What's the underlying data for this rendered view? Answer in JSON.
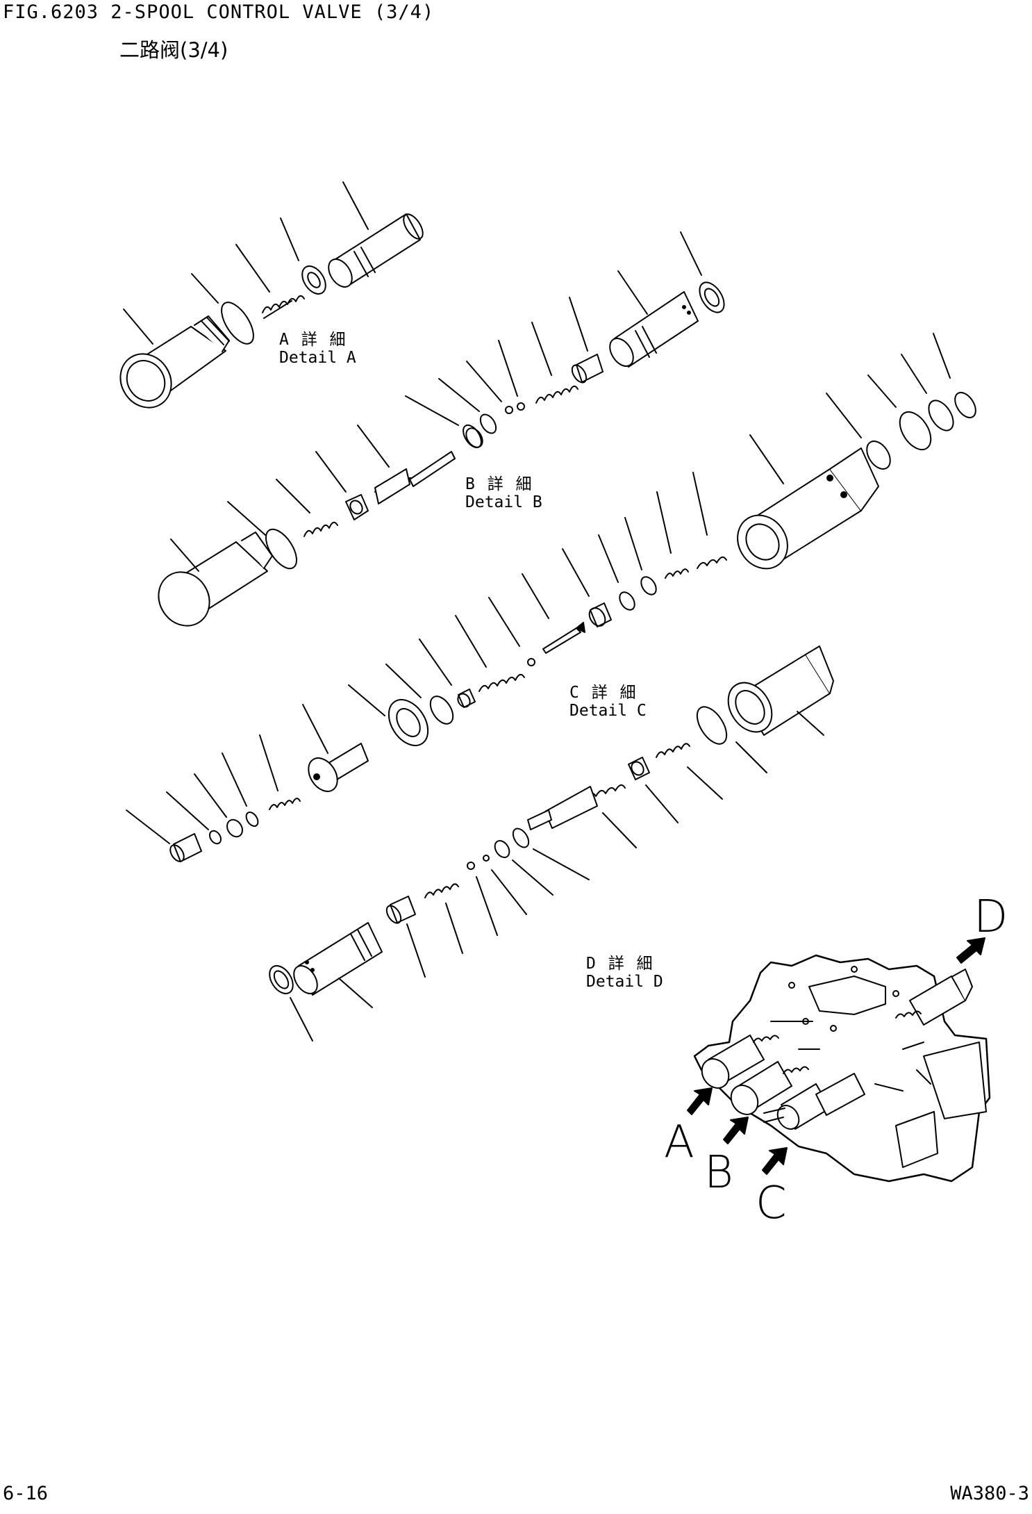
{
  "header": {
    "title": "FIG.6203 2-SPOOL CONTROL VALVE (3/4)",
    "subtitle": "二路阀(3/4)"
  },
  "details": {
    "a": {
      "cn": "A 詳 細",
      "en": "Detail A"
    },
    "b": {
      "cn": "B 詳 細",
      "en": "Detail B"
    },
    "c": {
      "cn": "C 詳 細",
      "en": "Detail C"
    },
    "d": {
      "cn": "D 詳 細",
      "en": "Detail D"
    }
  },
  "callouts": {
    "a": "A",
    "b": "B",
    "c": "C",
    "d": "D"
  },
  "footer": {
    "page": "6-16",
    "model": "WA380-3"
  }
}
